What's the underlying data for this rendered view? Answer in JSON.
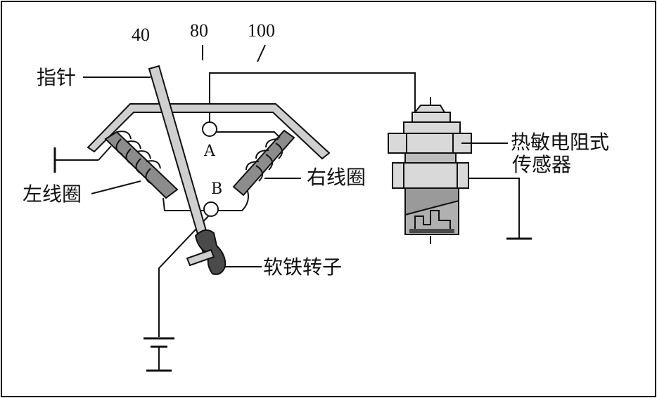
{
  "diagram": {
    "scale_labels": {
      "s40": "40",
      "s80": "80",
      "s100": "100"
    },
    "terminals": {
      "a": "A",
      "b": "B"
    },
    "callouts": {
      "pointer": "指针",
      "left_coil": "左线圈",
      "right_coil": "右线圈",
      "rotor": "软铁转子",
      "sensor_line1": "热敏电阻式",
      "sensor_line2": "传感器"
    },
    "colors": {
      "line": "#111111",
      "frame": "#c8c8c8",
      "coil_core": "#8c8c8c",
      "rotor": "#4a4a4a",
      "sensor_light": "#d9d9d9",
      "sensor_dark": "#9a9a9a"
    }
  }
}
